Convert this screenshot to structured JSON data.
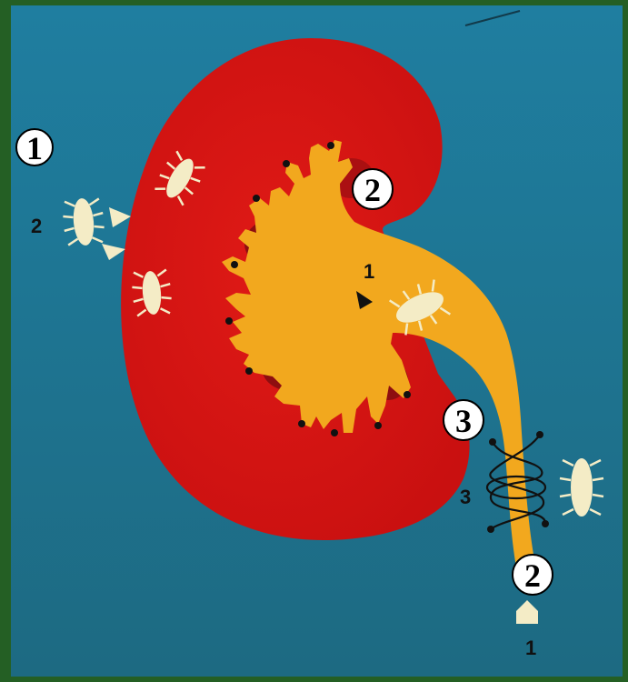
{
  "colors": {
    "border": "#245f24",
    "background_top": "#1f7ea0",
    "background_bottom": "#1d6a82",
    "kidney_cortex": "#d81414",
    "kidney_shadow": "#8e0e10",
    "pelvis": "#f2a81e",
    "bacteria": "#f4ecc6",
    "arrows": "#f4ecc6",
    "marker_fill": "#ffffff",
    "marker_text": "#000000"
  },
  "markers": {
    "m1_top_left": "1",
    "m2_inside_kidney": "2",
    "m3_ureter": "3",
    "m2_bottom": "2"
  },
  "labels": {
    "l2_left": "2",
    "l1_pelvis": "1",
    "l3_ureter": "3",
    "l1_bottom": "1"
  },
  "icons": {
    "bacteria": "bacterium-icon",
    "arrow": "arrow-icon",
    "spiral": "peristalsis-spiral-icon"
  }
}
